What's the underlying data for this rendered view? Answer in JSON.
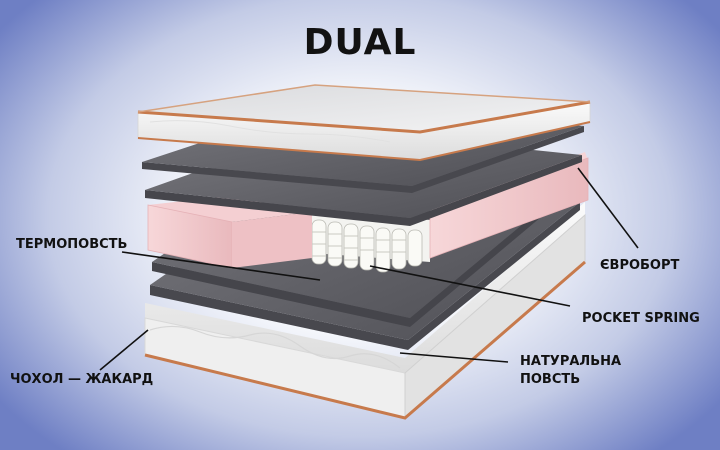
{
  "title": "DUAL",
  "labels": {
    "euroboard": "ЄВРОБОРТ",
    "thermofelt": "ТЕРМОПОВСТЬ",
    "pocket_spring": "POCKET SPRING",
    "natural_felt_line1": "НАТУРАЛЬНА",
    "natural_felt_line2": "ПОВСТЬ",
    "cover": "ЧОХОЛ — ЖАКАРД"
  },
  "colors": {
    "felt": "#5c5c62",
    "foam": "#f0c9cc",
    "cover": "#f1f1f1",
    "piping": "#c77a4c",
    "background_edge": "#6e7fc4"
  }
}
